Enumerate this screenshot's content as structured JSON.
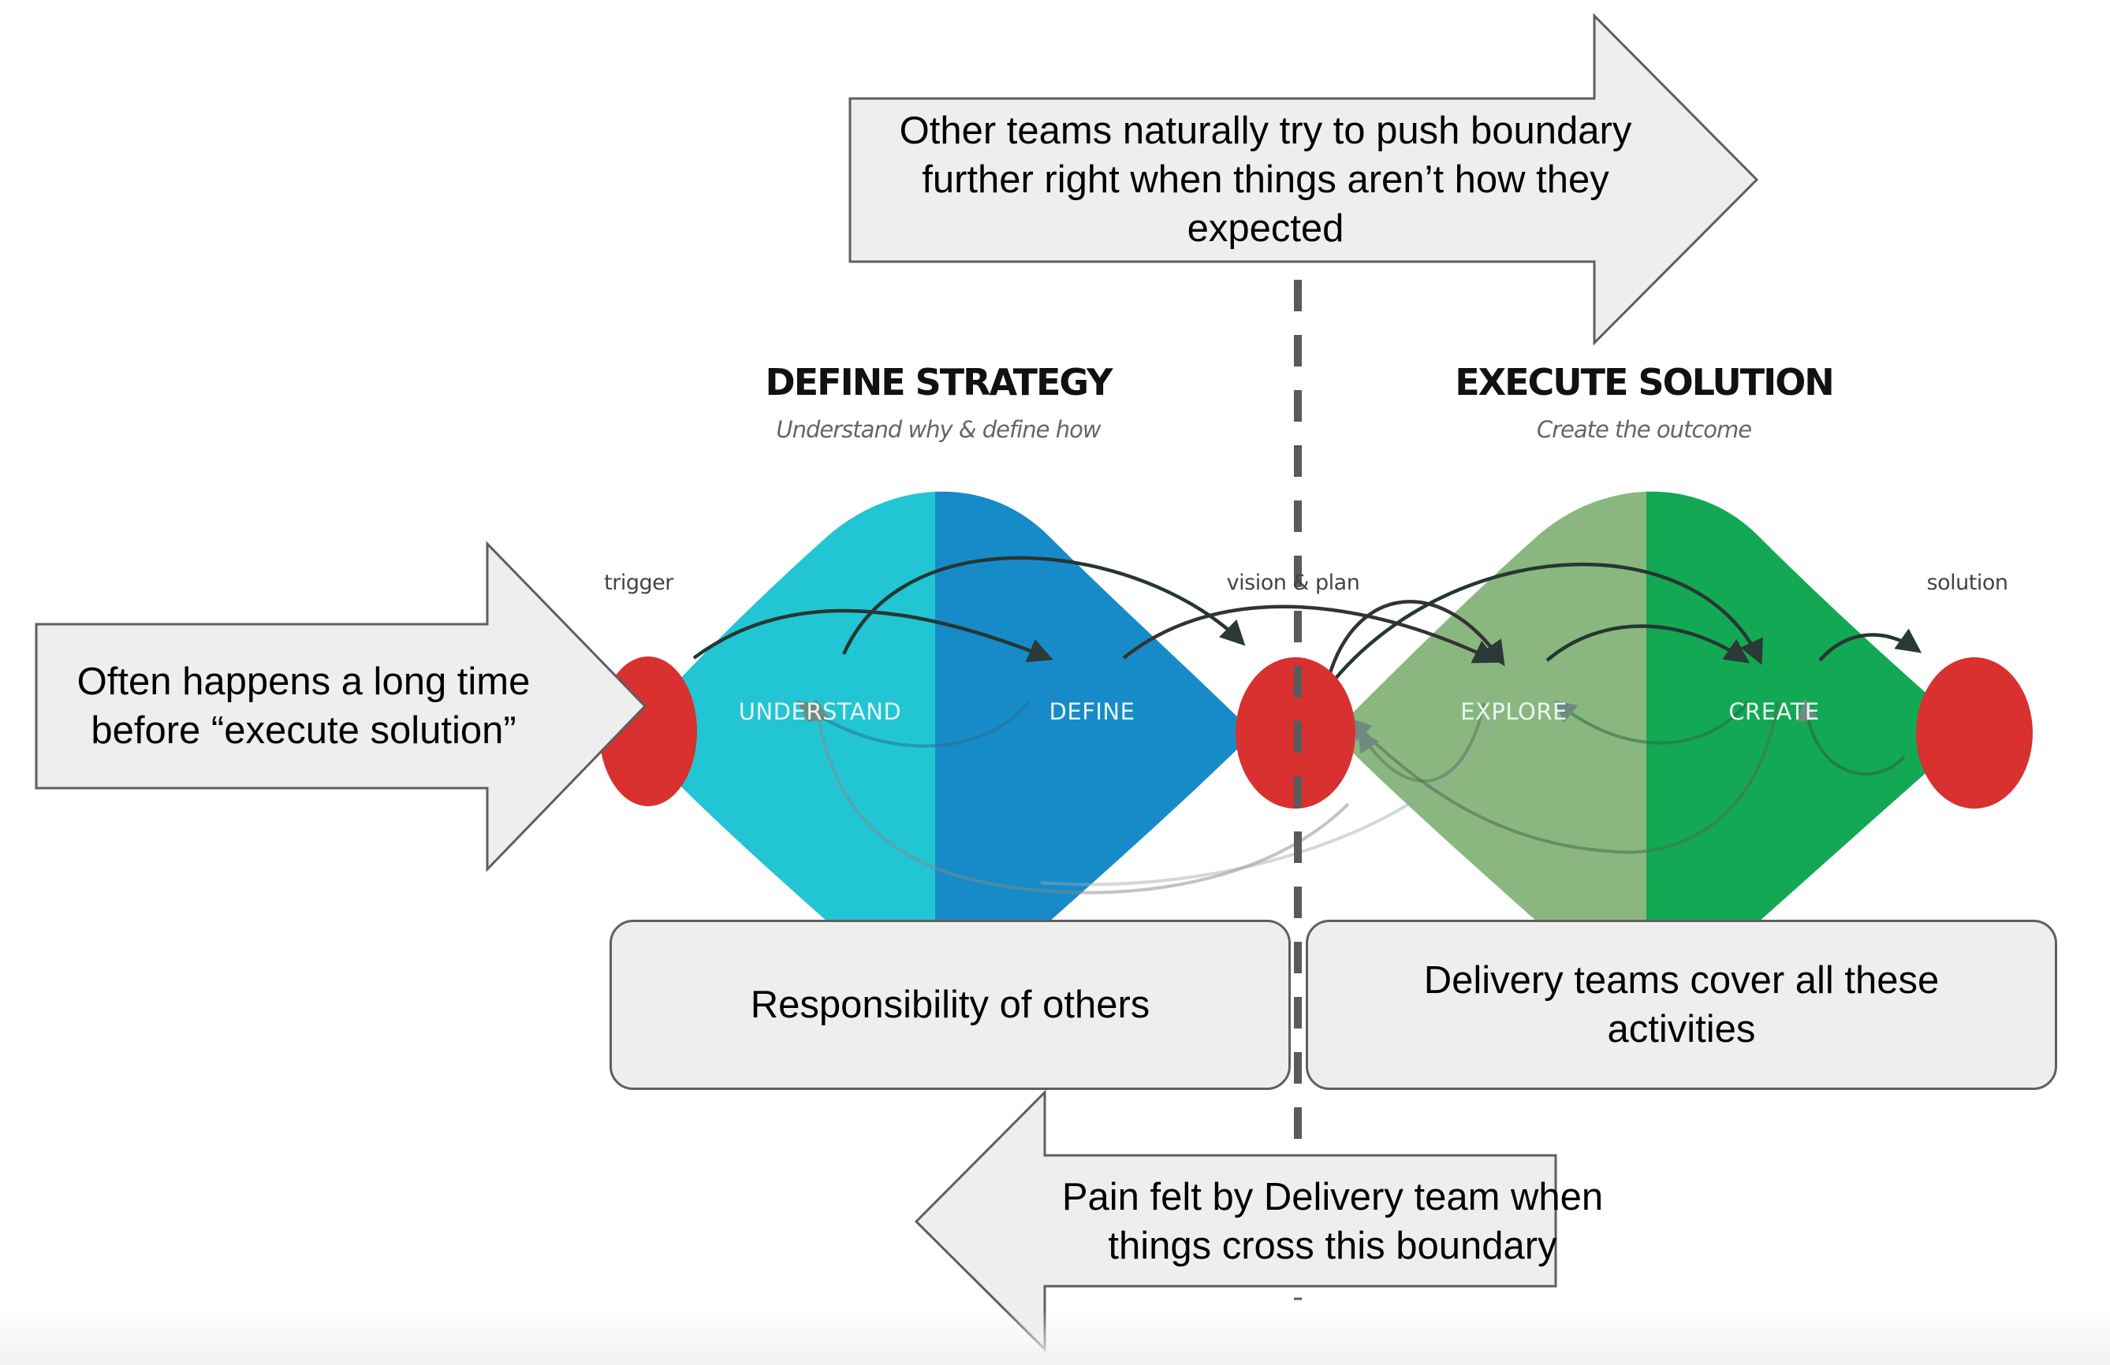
{
  "colors": {
    "define_understand": "#22c5d4",
    "define_define": "#178bc8",
    "execute_explore": "#8ab77f",
    "execute_create": "#13a854",
    "milestone_red": "#d93030",
    "callout_fill": "#eeeeee",
    "callout_stroke": "#5f5f5f",
    "boundary_line": "#5a5a5a"
  },
  "callouts": {
    "top_arrow": "Other teams naturally try to push boundary further right when things aren’t how they expected",
    "left_arrow": "Often happens a long time before “execute solution”",
    "bottom_arrow": "Pain felt by Delivery team when things cross this boundary"
  },
  "boxes": {
    "left": "Responsibility of others",
    "right": "Delivery teams cover all these activities"
  },
  "phases": {
    "define": {
      "title": "DEFINE STRATEGY",
      "subtitle": "Understand why & define how"
    },
    "execute": {
      "title": "EXECUTE SOLUTION",
      "subtitle": "Create the outcome"
    }
  },
  "nodes": {
    "understand": "UNDERSTAND",
    "define": "DEFINE",
    "explore": "EXPLORE",
    "create": "CREATE"
  },
  "milestones": {
    "trigger": "trigger",
    "vision": "vision & plan",
    "solution": "solution"
  }
}
